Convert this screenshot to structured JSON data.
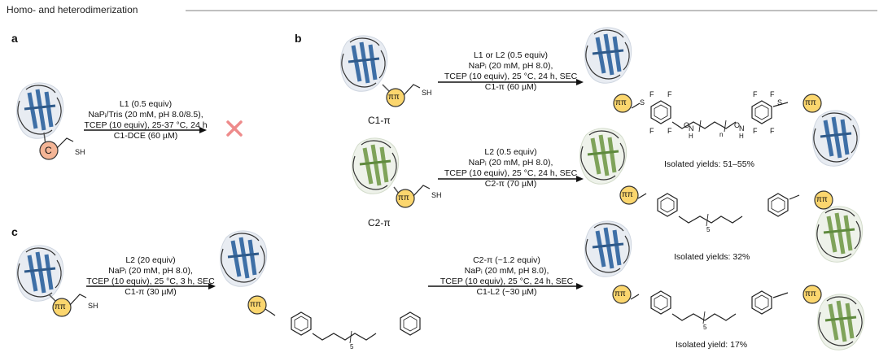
{
  "header": {
    "title": "Homo- and heterodimerization"
  },
  "panels": {
    "a": "a",
    "b": "b",
    "c": "c"
  },
  "reaction_a": {
    "conditions": [
      "L1 (0.5 equiv)",
      "NaPᵢ/Tris (20 mM, pH 8.0/8.5),",
      "TCEP (10 equiv), 25-37 °C, 24 h",
      "C1-DCE (60 µM)"
    ],
    "tag": "C",
    "result": "no-reaction"
  },
  "reaction_b1": {
    "conditions": [
      "L1 or L2 (0.5 equiv)",
      "NaPᵢ (20 mM, pH 8.0),",
      "TCEP (10 equiv), 25 °C, 24 h, SEC",
      "C1-π (60 µM)"
    ],
    "reactant_label": "C1-π",
    "yield": "Isolated yields: 51–55%",
    "repeat": "n"
  },
  "reaction_b2": {
    "conditions": [
      "L2 (0.5 equiv)",
      "NaPᵢ (20 mM, pH 8.0),",
      "TCEP (10 equiv), 25 °C, 24 h, SEC",
      "C2-π (70 µM)"
    ],
    "reactant_label": "C2-π",
    "yield": "Isolated yields: 32%",
    "repeat": "5"
  },
  "reaction_c1": {
    "conditions": [
      "L2 (20 equiv)",
      "NaPᵢ (20 mM, pH 8.0),",
      "TCEP (10 equiv), 25 °C, 3 h, SEC",
      "C1-π (30 µM)"
    ],
    "repeat": "5"
  },
  "reaction_c2": {
    "conditions": [
      "C2-π (~1.2 equiv)",
      "NaPᵢ (20 mM, pH 8.0),",
      "TCEP (10 equiv), 25 °C, 24 h, SEC",
      "C1-L2 (~30 µM)"
    ],
    "yield": "Isolated yield: 17%",
    "repeat": "5"
  },
  "tags": {
    "pi": "ππ",
    "sh": "SH",
    "s": "S",
    "f": "F",
    "o": "O",
    "h": "H",
    "n": "N"
  },
  "colors": {
    "blue": "#3e6fa6",
    "green": "#7fa35a",
    "pi": "#fbd66e",
    "c": "#f4b596",
    "cross": "#ee8b8b",
    "line": "#999999"
  }
}
